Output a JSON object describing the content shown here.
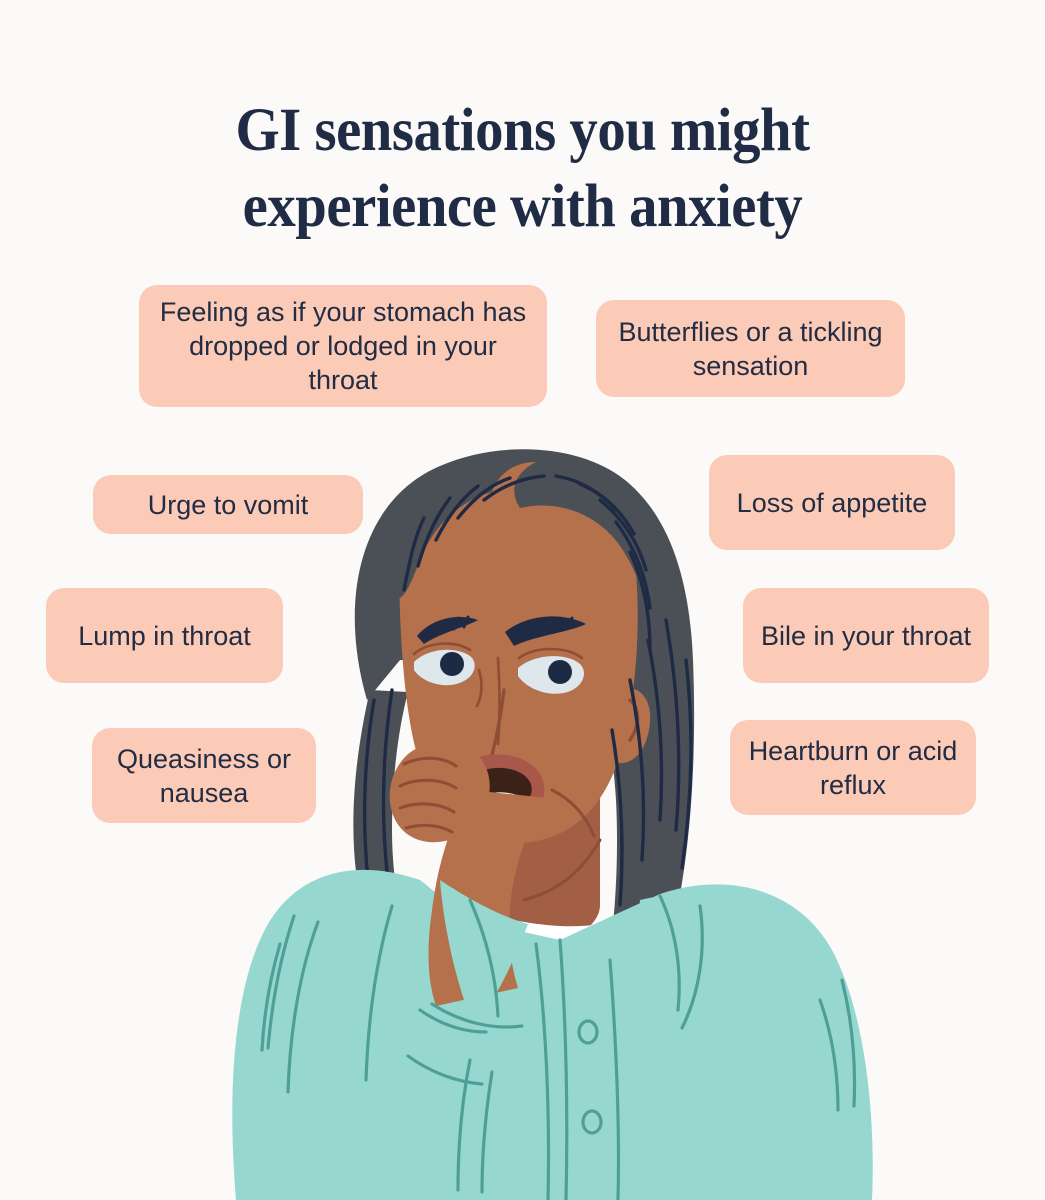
{
  "title": {
    "line1": "GI sensations you might",
    "line2": "experience with anxiety",
    "color": "#202c46"
  },
  "theme": {
    "background": "#fbfaf9",
    "pill_background": "#fbcbb8",
    "pill_text": "#222c42",
    "shirt": "#96d8d0",
    "shirt_line": "#4f9f99",
    "skin": "#b5704c",
    "skin_shadow": "#a25f45",
    "hair": "#4b5057",
    "hair_line": "#1f2a44",
    "undershirt": "#ffffff",
    "eye_white": "#dde7ec",
    "iris": "#1d2a44",
    "lip": "#a8584a",
    "mouth_interior": "#3c2119"
  },
  "illustration": {
    "name": "worried-woman-illustration",
    "description": "Flat illustration of a worried woman with long braided hair, mint button-up shirt and white undershirt, one hand raised to her open mouth"
  },
  "pills": [
    {
      "id": "pill-0",
      "text": "Feeling as if your stomach has dropped or lodged in your throat"
    },
    {
      "id": "pill-1",
      "text": "Butterflies or a tickling sensation"
    },
    {
      "id": "pill-2",
      "text": "Urge to vomit"
    },
    {
      "id": "pill-3",
      "text": "Loss of appetite"
    },
    {
      "id": "pill-4",
      "text": "Lump in throat"
    },
    {
      "id": "pill-5",
      "text": "Bile in your throat"
    },
    {
      "id": "pill-6",
      "text": "Queasiness or nausea"
    },
    {
      "id": "pill-7",
      "text": "Heartburn or acid reflux"
    }
  ]
}
